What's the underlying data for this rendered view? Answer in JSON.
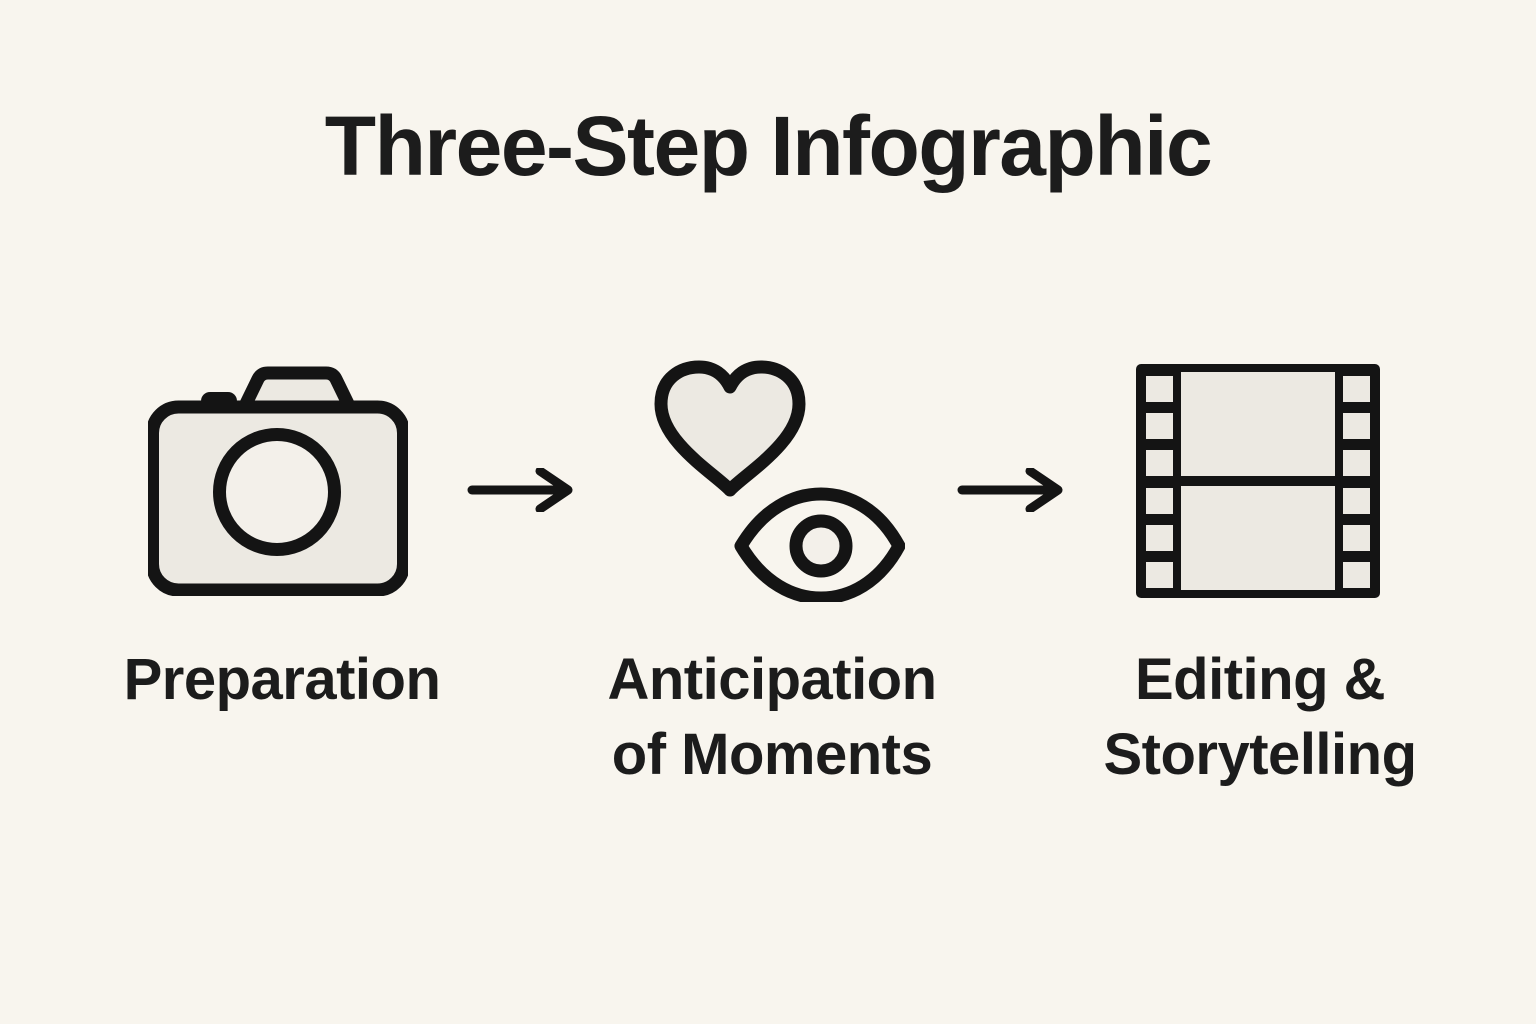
{
  "title": "Three-Step Infographic",
  "steps": [
    {
      "name": "Preparation",
      "icon": "camera-icon",
      "lines": [
        "Preparation"
      ]
    },
    {
      "name": "Anticipation of Moments",
      "icon": "heart-eye-icon",
      "lines": [
        "Anticipation",
        "of Moments"
      ]
    },
    {
      "name": "Editing & Storytelling",
      "icon": "film-strip-icon",
      "lines": [
        "Editing &",
        "Storytelling"
      ]
    }
  ],
  "arrows": [
    {
      "icon": "arrow-right-icon",
      "direction": "right"
    },
    {
      "icon": "arrow-right-icon",
      "direction": "right"
    }
  ],
  "colors": {
    "bg": "#f8f5ee",
    "fill": "#ece9e2",
    "lens": "#f3f0ea",
    "stroke": "#141414",
    "text": "#1c1c1c"
  }
}
